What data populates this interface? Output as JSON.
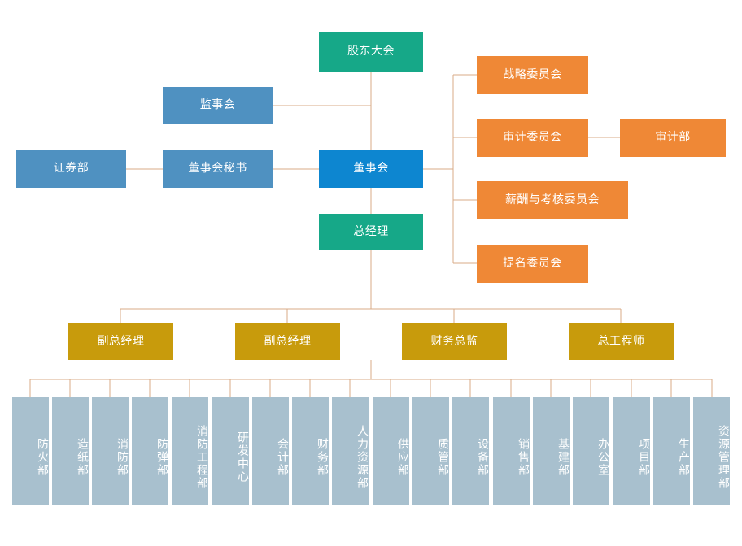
{
  "chart": {
    "title_text": "",
    "colors": {
      "green": "#16a888",
      "blue": "#0d86d0",
      "steel": "#4f91c1",
      "orange": "#ef8836",
      "gold": "#c89b0c",
      "dept": "#a8c0ce",
      "connector": "#d9ab87",
      "background": "#ffffff"
    },
    "governance": {
      "shareholders_meeting": "股东大会",
      "supervisory_board": "监事会",
      "securities_dept": "证券部",
      "board_secretary": "董事会秘书",
      "board_of_directors": "董事会",
      "general_manager": "总经理"
    },
    "committees": [
      {
        "label": "战略委员会"
      },
      {
        "label": "审计委员会"
      },
      {
        "label": "薪酬与考核委员会"
      },
      {
        "label": "提名委员会"
      }
    ],
    "audit_department": "审计部",
    "executives": [
      {
        "label": "副总经理"
      },
      {
        "label": "副总经理"
      },
      {
        "label": "财务总监"
      },
      {
        "label": "总工程师"
      }
    ],
    "departments": [
      {
        "label": "防火部"
      },
      {
        "label": "造纸部"
      },
      {
        "label": "消防部"
      },
      {
        "label": "防弹部"
      },
      {
        "label": "消防工程部"
      },
      {
        "label": "研发中心"
      },
      {
        "label": "会计部"
      },
      {
        "label": "财务部"
      },
      {
        "label": "人力资源部"
      },
      {
        "label": "供应部"
      },
      {
        "label": "质管部"
      },
      {
        "label": "设备部"
      },
      {
        "label": "销售部"
      },
      {
        "label": "基建部"
      },
      {
        "label": "办公室"
      },
      {
        "label": "项目部"
      },
      {
        "label": "生产部"
      },
      {
        "label": "资源管理部"
      }
    ]
  }
}
